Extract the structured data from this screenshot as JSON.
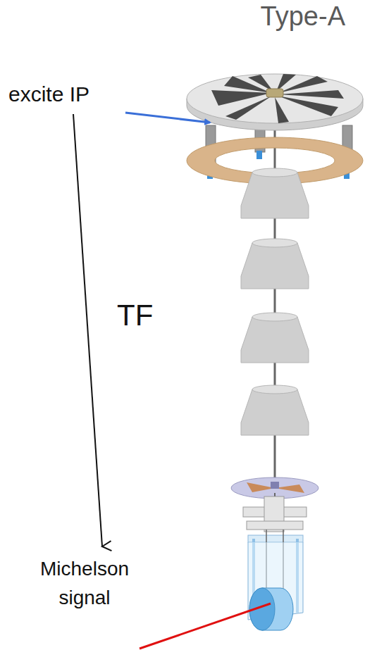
{
  "diagram": {
    "title": "Type-A",
    "labels": [
      "excite IP",
      "TF",
      "Michelson signal"
    ]
  }
}
